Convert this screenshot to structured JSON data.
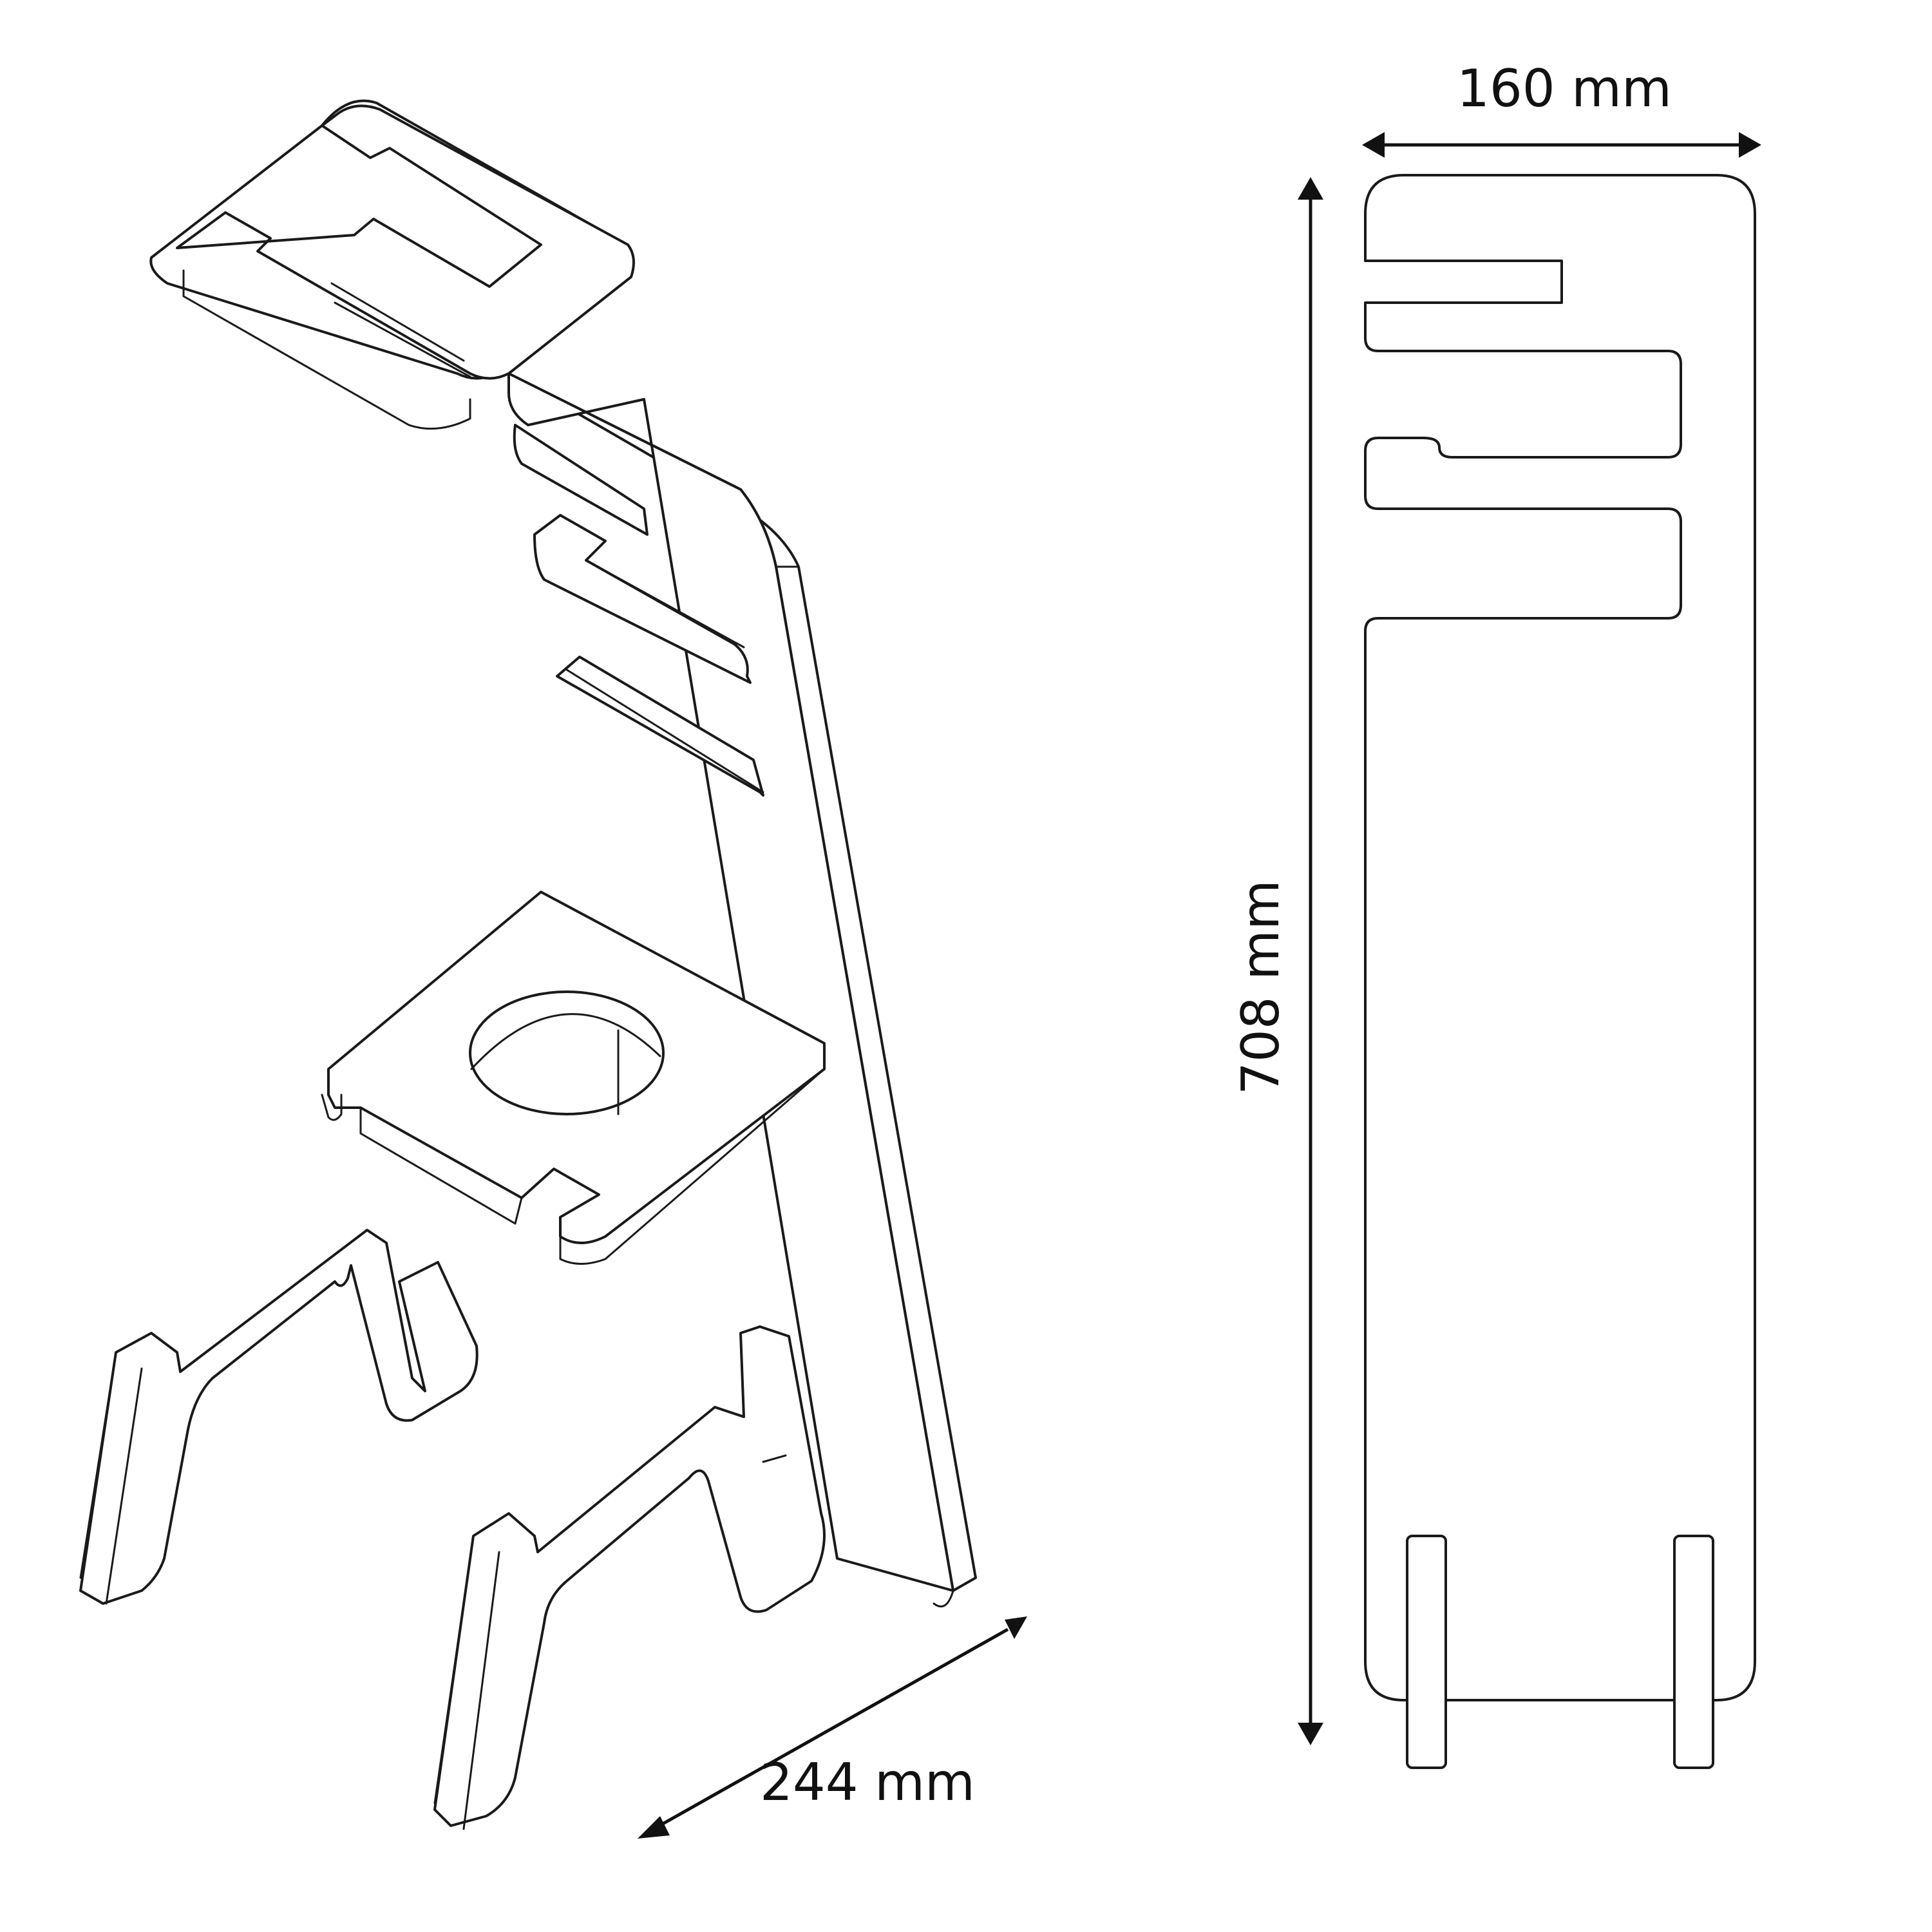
{
  "dimensions": {
    "depth_label": "244 mm",
    "width_label": "160 mm",
    "height_label": "708 mm"
  },
  "colors": {
    "line": "#1a1a1a",
    "background": "#ffffff"
  }
}
